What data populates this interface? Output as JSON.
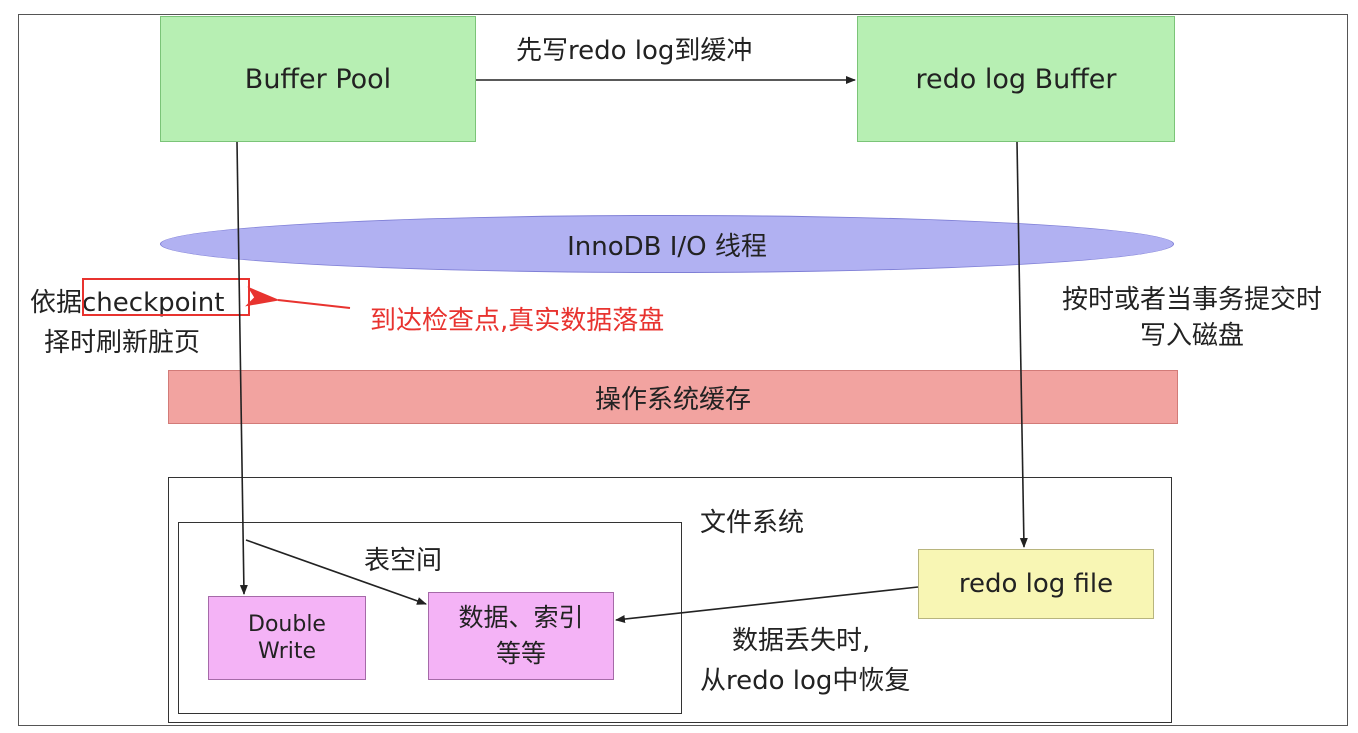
{
  "boxes": {
    "buffer_pool": "Buffer Pool",
    "redo_log_buffer": "redo log Buffer",
    "innodb_io": "InnoDB I/O 线程",
    "os_cache": "操作系统缓存",
    "file_system": "文件系统",
    "tablespace": "表空间",
    "double_write_line1": "Double",
    "double_write_line2": "Write",
    "data_index_line1": "数据、索引",
    "data_index_line2": "等等",
    "redo_log_file": "redo log file"
  },
  "labels": {
    "write_redo_first": "先写redo log到缓冲",
    "checkpoint_prefix": "依据",
    "checkpoint_word": "checkpoint",
    "checkpoint_line2": "择时刷新脏页",
    "commit_line1": "按时或者当事务提交时",
    "commit_line2": "写入磁盘",
    "recover_line1": "数据丢失时,",
    "recover_line2": "从redo log中恢复",
    "annotation": "到达检查点,真实数据落盘"
  },
  "colors": {
    "green": "#b7efb3",
    "purple": "#b1b1f2",
    "salmon": "#f2a3a0",
    "pink": "#f4b3f6",
    "yellow": "#f8f6b4",
    "annotation_red": "#e8332f"
  }
}
